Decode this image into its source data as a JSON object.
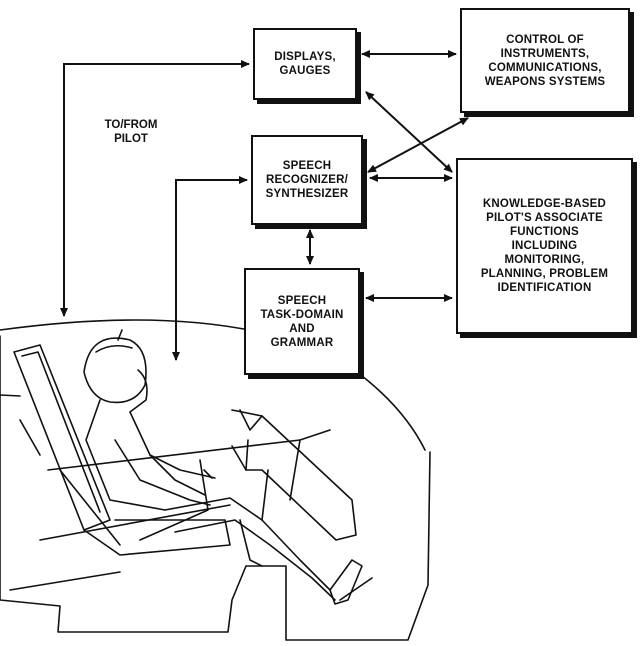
{
  "diagram": {
    "boxes": {
      "displays": "DISPLAYS,\nGAUGES",
      "control": "CONTROL OF\nINSTRUMENTS,\nCOMMUNICATIONS,\nWEAPONS SYSTEMS",
      "speech_recognizer": "SPEECH\nRECOGNIZER/\nSYNTHESIZER",
      "knowledge": "KNOWLEDGE-BASED\nPILOT'S ASSOCIATE\nFUNCTIONS\nINCLUDING\nMONITORING,\nPLANNING, PROBLEM\nIDENTIFICATION",
      "grammar": "SPEECH\nTASK-DOMAIN\nAND\nGRAMMAR"
    },
    "to_from_pilot": "TO/FROM\nPILOT"
  },
  "colors": {
    "ink": "#111111",
    "background": "#ffffff"
  }
}
